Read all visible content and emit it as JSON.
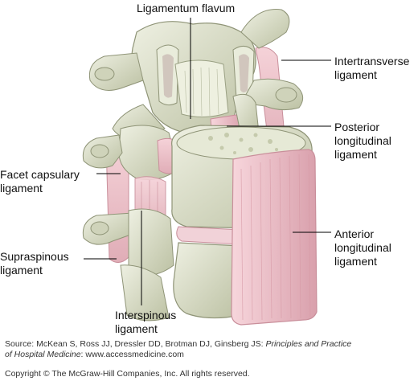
{
  "labels": {
    "ligamentum_flavum": "Ligamentum flavum",
    "intertransverse": [
      "Intertransverse",
      "ligament"
    ],
    "posterior_longitudinal": [
      "Posterior",
      "longitudinal",
      "ligament"
    ],
    "facet_capsulary": [
      "Facet capsulary",
      "ligament"
    ],
    "anterior_longitudinal": [
      "Anterior",
      "longitudinal",
      "ligament"
    ],
    "supraspinous": [
      "Supraspinous",
      "ligament"
    ],
    "interspinous": [
      "Interspinous",
      "ligament"
    ]
  },
  "source": {
    "prefix": "Source: McKean S, Ross JJ, Dressler DD, Brotman DJ, Ginsberg JS: ",
    "title_part1": "Principles and Practice",
    "title_part2": "of Hospital Medicine",
    "suffix": ": www.accessmedicine.com"
  },
  "copyright": "Copyright © The McGraw-Hill Companies, Inc. All rights reserved.",
  "colors": {
    "bone": "#dfe3cf",
    "bone_shade": "#b9bf9f",
    "ligament": "#f0c4cc",
    "ligament_shade": "#d99aa7",
    "leader_line": "#000000"
  }
}
